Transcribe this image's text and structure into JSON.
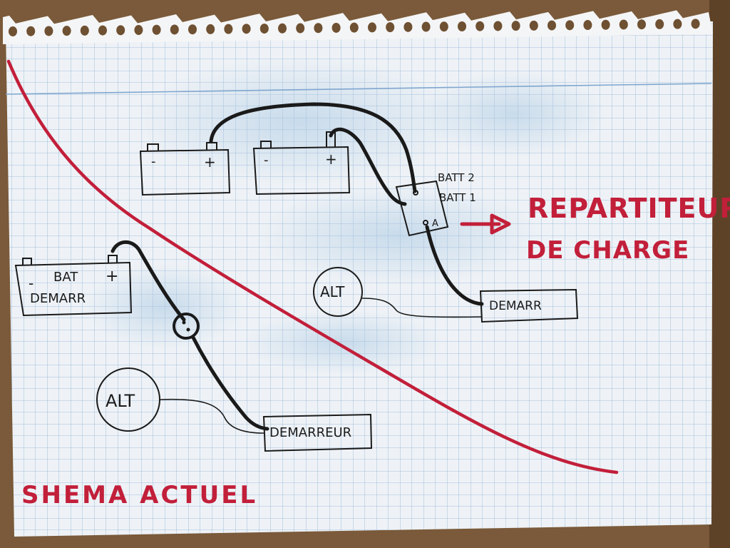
{
  "left_schema": {
    "title": "SHEMA ACTUEL",
    "battery": {
      "label_line1": "BAT",
      "label_line2": "DEMARR",
      "minus": "-",
      "plus": "+"
    },
    "alternator": "ALT",
    "starter": "DEMARREUR"
  },
  "right_schema": {
    "battery_left": {
      "minus": "-",
      "plus": "+"
    },
    "battery_right": {
      "minus": "-",
      "plus": "+"
    },
    "splitter": {
      "label_batt2": "BATT 2",
      "label_batt1": "BATT 1",
      "label_a": "A"
    },
    "arrow_label_line1": "REPARTITEUR",
    "arrow_label_line2": "DE CHARGE",
    "alternator": "ALT",
    "starter": "DEMARR"
  },
  "colors": {
    "ink": "#1a1a1a",
    "red_ink": "#c21f3a",
    "paper": "#eef2f6",
    "grid": "#8fb0d4",
    "table": "#7a5a3a"
  }
}
